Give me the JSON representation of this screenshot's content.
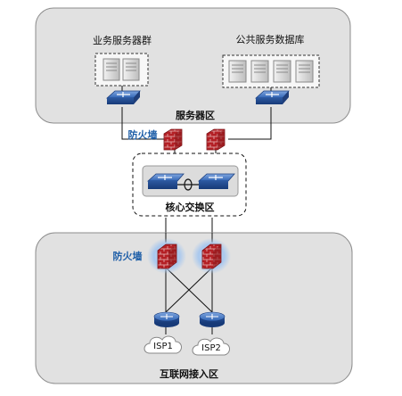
{
  "zones": {
    "server_zone": "服务器区",
    "core_zone": "核心交换区",
    "internet_zone": "互联网接入区"
  },
  "groups": {
    "business_servers": "业务服务器群",
    "public_db": "公共服务数据库"
  },
  "firewall_labels": {
    "upper": "防火墙",
    "lower": "防火墙"
  },
  "isp": {
    "isp1": "ISP1",
    "isp2": "ISP2"
  },
  "colors": {
    "zone_fill": "#e1e1e1",
    "zone_stroke": "#8c8c8c",
    "switch_blue": "#2f63b3",
    "firewall_red": "#b42025",
    "label_blue": "#1f5fa8",
    "glow": "#a9c8ee"
  }
}
